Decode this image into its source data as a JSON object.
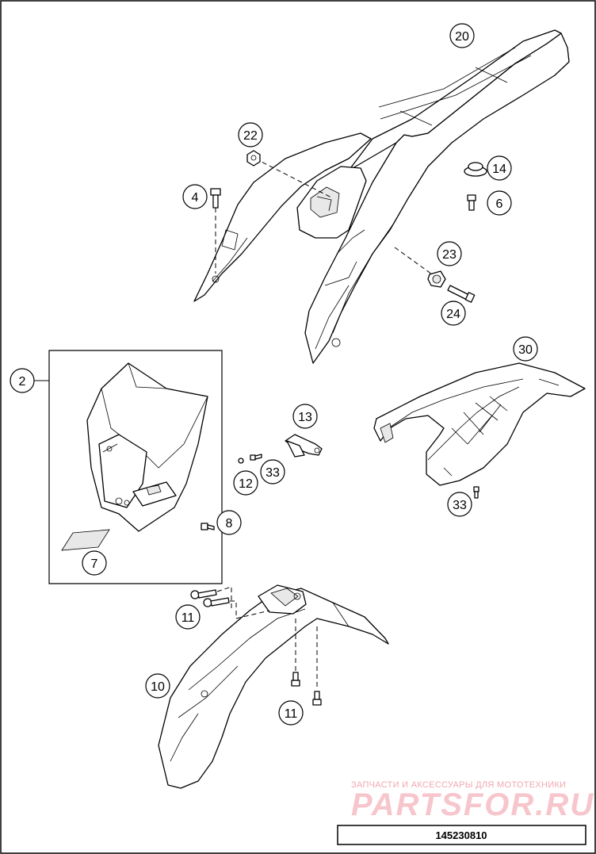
{
  "callouts": [
    {
      "id": "c20",
      "label": "20"
    },
    {
      "id": "c22",
      "label": "22"
    },
    {
      "id": "c4",
      "label": "4"
    },
    {
      "id": "c14",
      "label": "14"
    },
    {
      "id": "c6",
      "label": "6"
    },
    {
      "id": "c23",
      "label": "23"
    },
    {
      "id": "c24",
      "label": "24"
    },
    {
      "id": "c2",
      "label": "2"
    },
    {
      "id": "c30",
      "label": "30"
    },
    {
      "id": "c13",
      "label": "13"
    },
    {
      "id": "c33a",
      "label": "33"
    },
    {
      "id": "c12",
      "label": "12"
    },
    {
      "id": "c8",
      "label": "8"
    },
    {
      "id": "c7",
      "label": "7"
    },
    {
      "id": "c33b",
      "label": "33"
    },
    {
      "id": "c11a",
      "label": "11"
    },
    {
      "id": "c10",
      "label": "10"
    },
    {
      "id": "c11b",
      "label": "11"
    }
  ],
  "watermark": {
    "tagline": "ЗАПЧАСТИ И АКСЕССУАРЫ ДЛЯ МОТОТЕХНИКИ",
    "brand": "PARTSFOR.RU"
  },
  "drawing_code": "145230810"
}
